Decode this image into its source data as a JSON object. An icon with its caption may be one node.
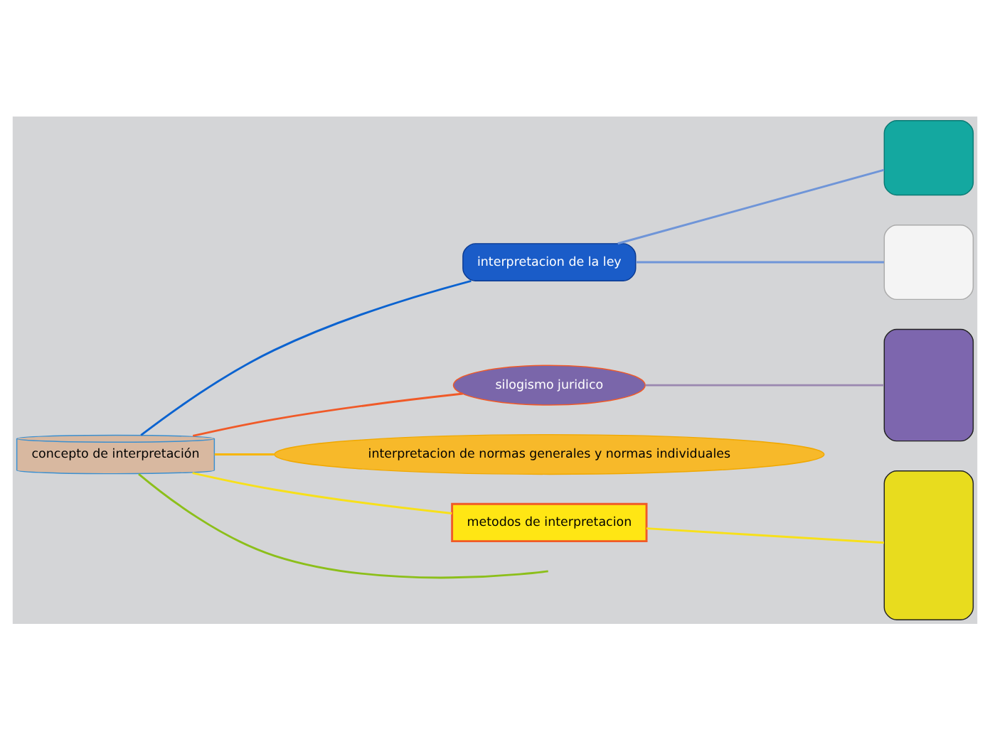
{
  "diagram": {
    "nodes": [
      {
        "text": [
          "concepto de interpretación"
        ]
      },
      {
        "text": [
          "interpretacion de la ley"
        ]
      },
      {
        "text": [],
        "shape": "box"
      },
      {
        "text": [],
        "shape": "box"
      },
      {
        "text": [
          "silogismo juridico"
        ]
      },
      {
        "text": [],
        "shape": "box"
      },
      {
        "text": [
          "interpretacion de normas generales y normas individuales"
        ]
      },
      {
        "text": [
          "metodos de interpretacion"
        ]
      },
      {
        "text": [],
        "shape": "box"
      }
    ],
    "edges": [
      {
        "from": 0,
        "to": null,
        "arrow": "none",
        "color": "#8cbf1a"
      },
      {
        "from": 0,
        "to": 1,
        "arrow": "none",
        "color": "#0b63d0"
      },
      {
        "from": 1,
        "to": 2,
        "arrow": "none"
      },
      {
        "from": 1,
        "to": 3,
        "arrow": "none"
      },
      {
        "from": 0,
        "to": 4,
        "arrow": "none",
        "color": "#f05a28"
      },
      {
        "from": 4,
        "to": 5,
        "arrow": "none",
        "color": "#9a88b0"
      },
      {
        "from": 0,
        "to": 6,
        "arrow": "none",
        "color": "#f7b500"
      },
      {
        "from": 0,
        "to": 7,
        "arrow": "none",
        "color": "#f7e01a"
      },
      {
        "from": 7,
        "to": 8,
        "arrow": "none",
        "color": "#f7e01a"
      }
    ]
  }
}
